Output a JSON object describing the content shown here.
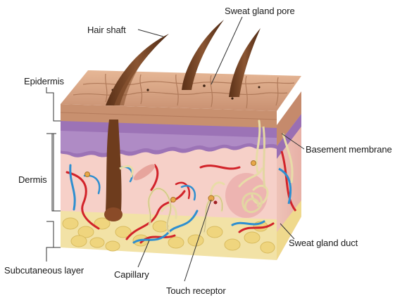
{
  "diagram": {
    "labels": {
      "hair_shaft": "Hair shaft",
      "sweat_gland_pore": "Sweat gland pore",
      "epidermis": "Epidermis",
      "basement_membrane": "Basement membrane",
      "dermis": "Dermis",
      "sweat_gland_duct": "Sweat gland duct",
      "subcutaneous_layer": "Subcutaneous layer",
      "capillary": "Capillary",
      "touch_receptor": "Touch receptor"
    },
    "colors": {
      "epidermis_top": "#d8a788",
      "epidermis_side": "#c78e6f",
      "basement_membrane": "#9a6fb3",
      "dermis": "#f6d0c8",
      "subcutaneous_fat": "#f0dc8f",
      "hair": "#7a4a2a",
      "artery": "#d2232a",
      "vein": "#2e8fd0",
      "nerve": "#e8dca8",
      "leader_line": "#333333"
    }
  }
}
